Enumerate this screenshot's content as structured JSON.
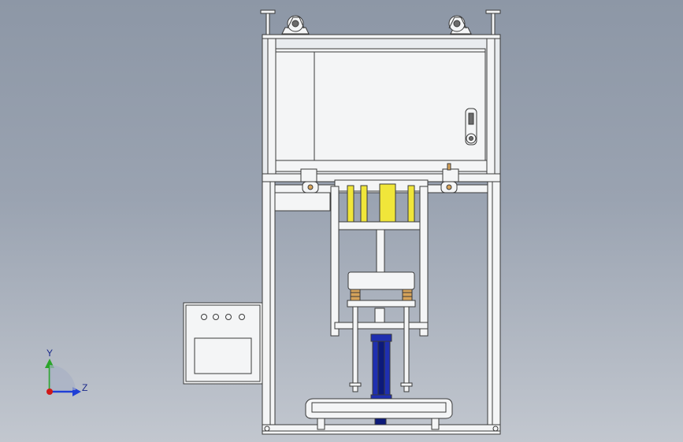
{
  "triad": {
    "y_label": "Y",
    "z_label": "Z",
    "y_color": "#2aa52a",
    "z_color": "#1f3fd6",
    "origin_color": "#d01818"
  },
  "colors": {
    "outline": "#3a3a3a",
    "frame_fill": "#e9ecef",
    "part_fill": "#f4f5f6",
    "yellow": "#f0e63a",
    "blue": "#1f2fb0",
    "dark_blue": "#0c1a7a",
    "spring": "#d6a35a",
    "wheel": "#6c6c6c"
  },
  "control_box": {
    "indicator_count": 4
  }
}
